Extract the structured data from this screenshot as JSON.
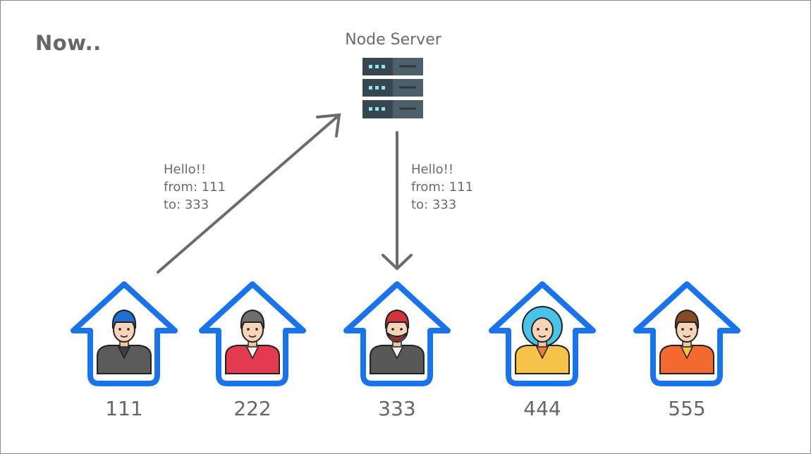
{
  "heading": "Now..",
  "server": {
    "label": "Node Server",
    "icon": "server-icon"
  },
  "messages": [
    {
      "lines": [
        "Hello!!",
        "from: 111",
        "to: 333"
      ]
    },
    {
      "lines": [
        "Hello!!",
        "from: 111",
        "to: 333"
      ]
    }
  ],
  "users": [
    {
      "id": "111",
      "icon": "user-hoodie-icon"
    },
    {
      "id": "222",
      "icon": "user-tuxedo-icon"
    },
    {
      "id": "333",
      "icon": "user-beard-icon"
    },
    {
      "id": "444",
      "icon": "user-afro-icon"
    },
    {
      "id": "555",
      "icon": "user-tshirt-icon"
    }
  ],
  "colors": {
    "house_outline": "#1a73e8",
    "arrow": "#6b6b6b",
    "server_dark": "#36474f",
    "server_light": "#4d6069",
    "server_led": "#8fe3f5"
  }
}
